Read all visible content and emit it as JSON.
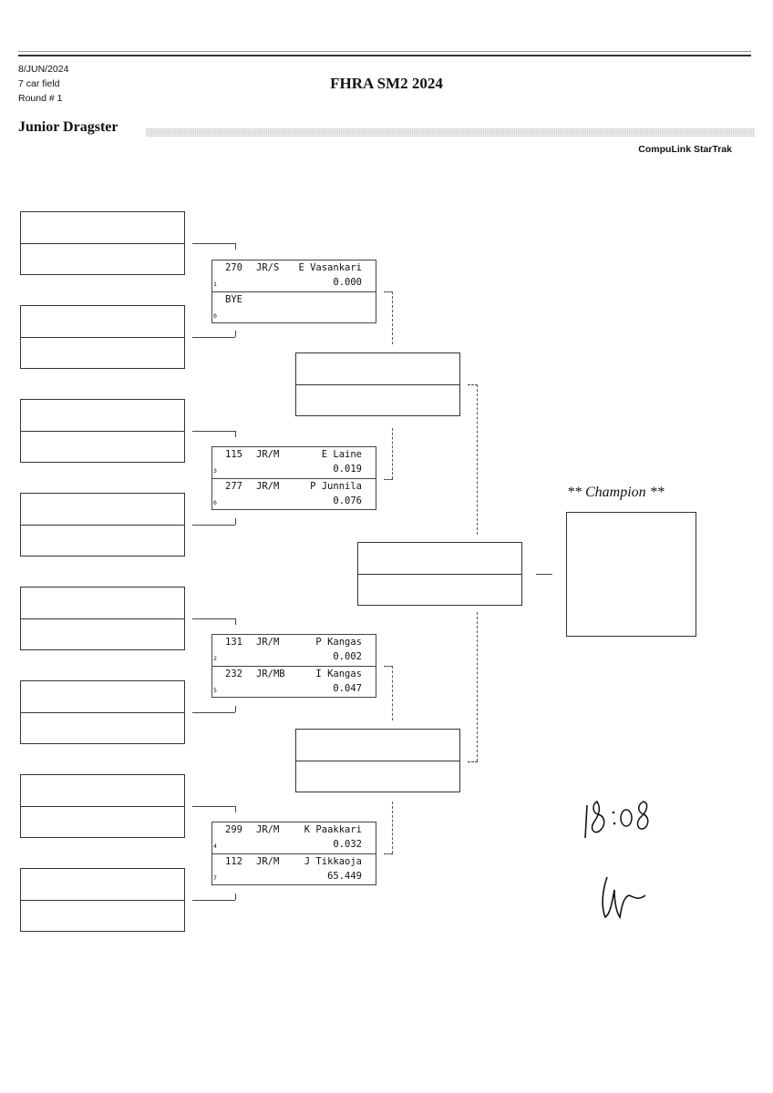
{
  "header": {
    "date": "8/JUN/2024",
    "field": "7 car field",
    "round": "Round # 1",
    "title": "FHRA SM2 2024",
    "class_name": "Junior Dragster",
    "brand": "CompuLink StarTrak"
  },
  "pairs": [
    {
      "lane1": {
        "number": "270",
        "class": "JR/S",
        "driver": "E Vasankari",
        "et": "0.000",
        "seed": "1"
      },
      "lane2": {
        "number": "BYE",
        "class": "",
        "driver": "",
        "et": "",
        "seed": "0"
      }
    },
    {
      "lane1": {
        "number": "115",
        "class": "JR/M",
        "driver": "E Laine",
        "et": "0.019",
        "seed": "3"
      },
      "lane2": {
        "number": "277",
        "class": "JR/M",
        "driver": "P Junnila",
        "et": "0.076",
        "seed": "6"
      }
    },
    {
      "lane1": {
        "number": "131",
        "class": "JR/M",
        "driver": "P Kangas",
        "et": "0.002",
        "seed": "2"
      },
      "lane2": {
        "number": "232",
        "class": "JR/MB",
        "driver": "I Kangas",
        "et": "0.047",
        "seed": "5"
      }
    },
    {
      "lane1": {
        "number": "299",
        "class": "JR/M",
        "driver": "K Paakkari",
        "et": "0.032",
        "seed": "4"
      },
      "lane2": {
        "number": "112",
        "class": "JR/M",
        "driver": "J Tikkaoja",
        "et": "65.449",
        "seed": "7"
      }
    }
  ],
  "champion_label": "** Champion **",
  "handwriting": {
    "time": "18:08",
    "initials": "signature"
  }
}
